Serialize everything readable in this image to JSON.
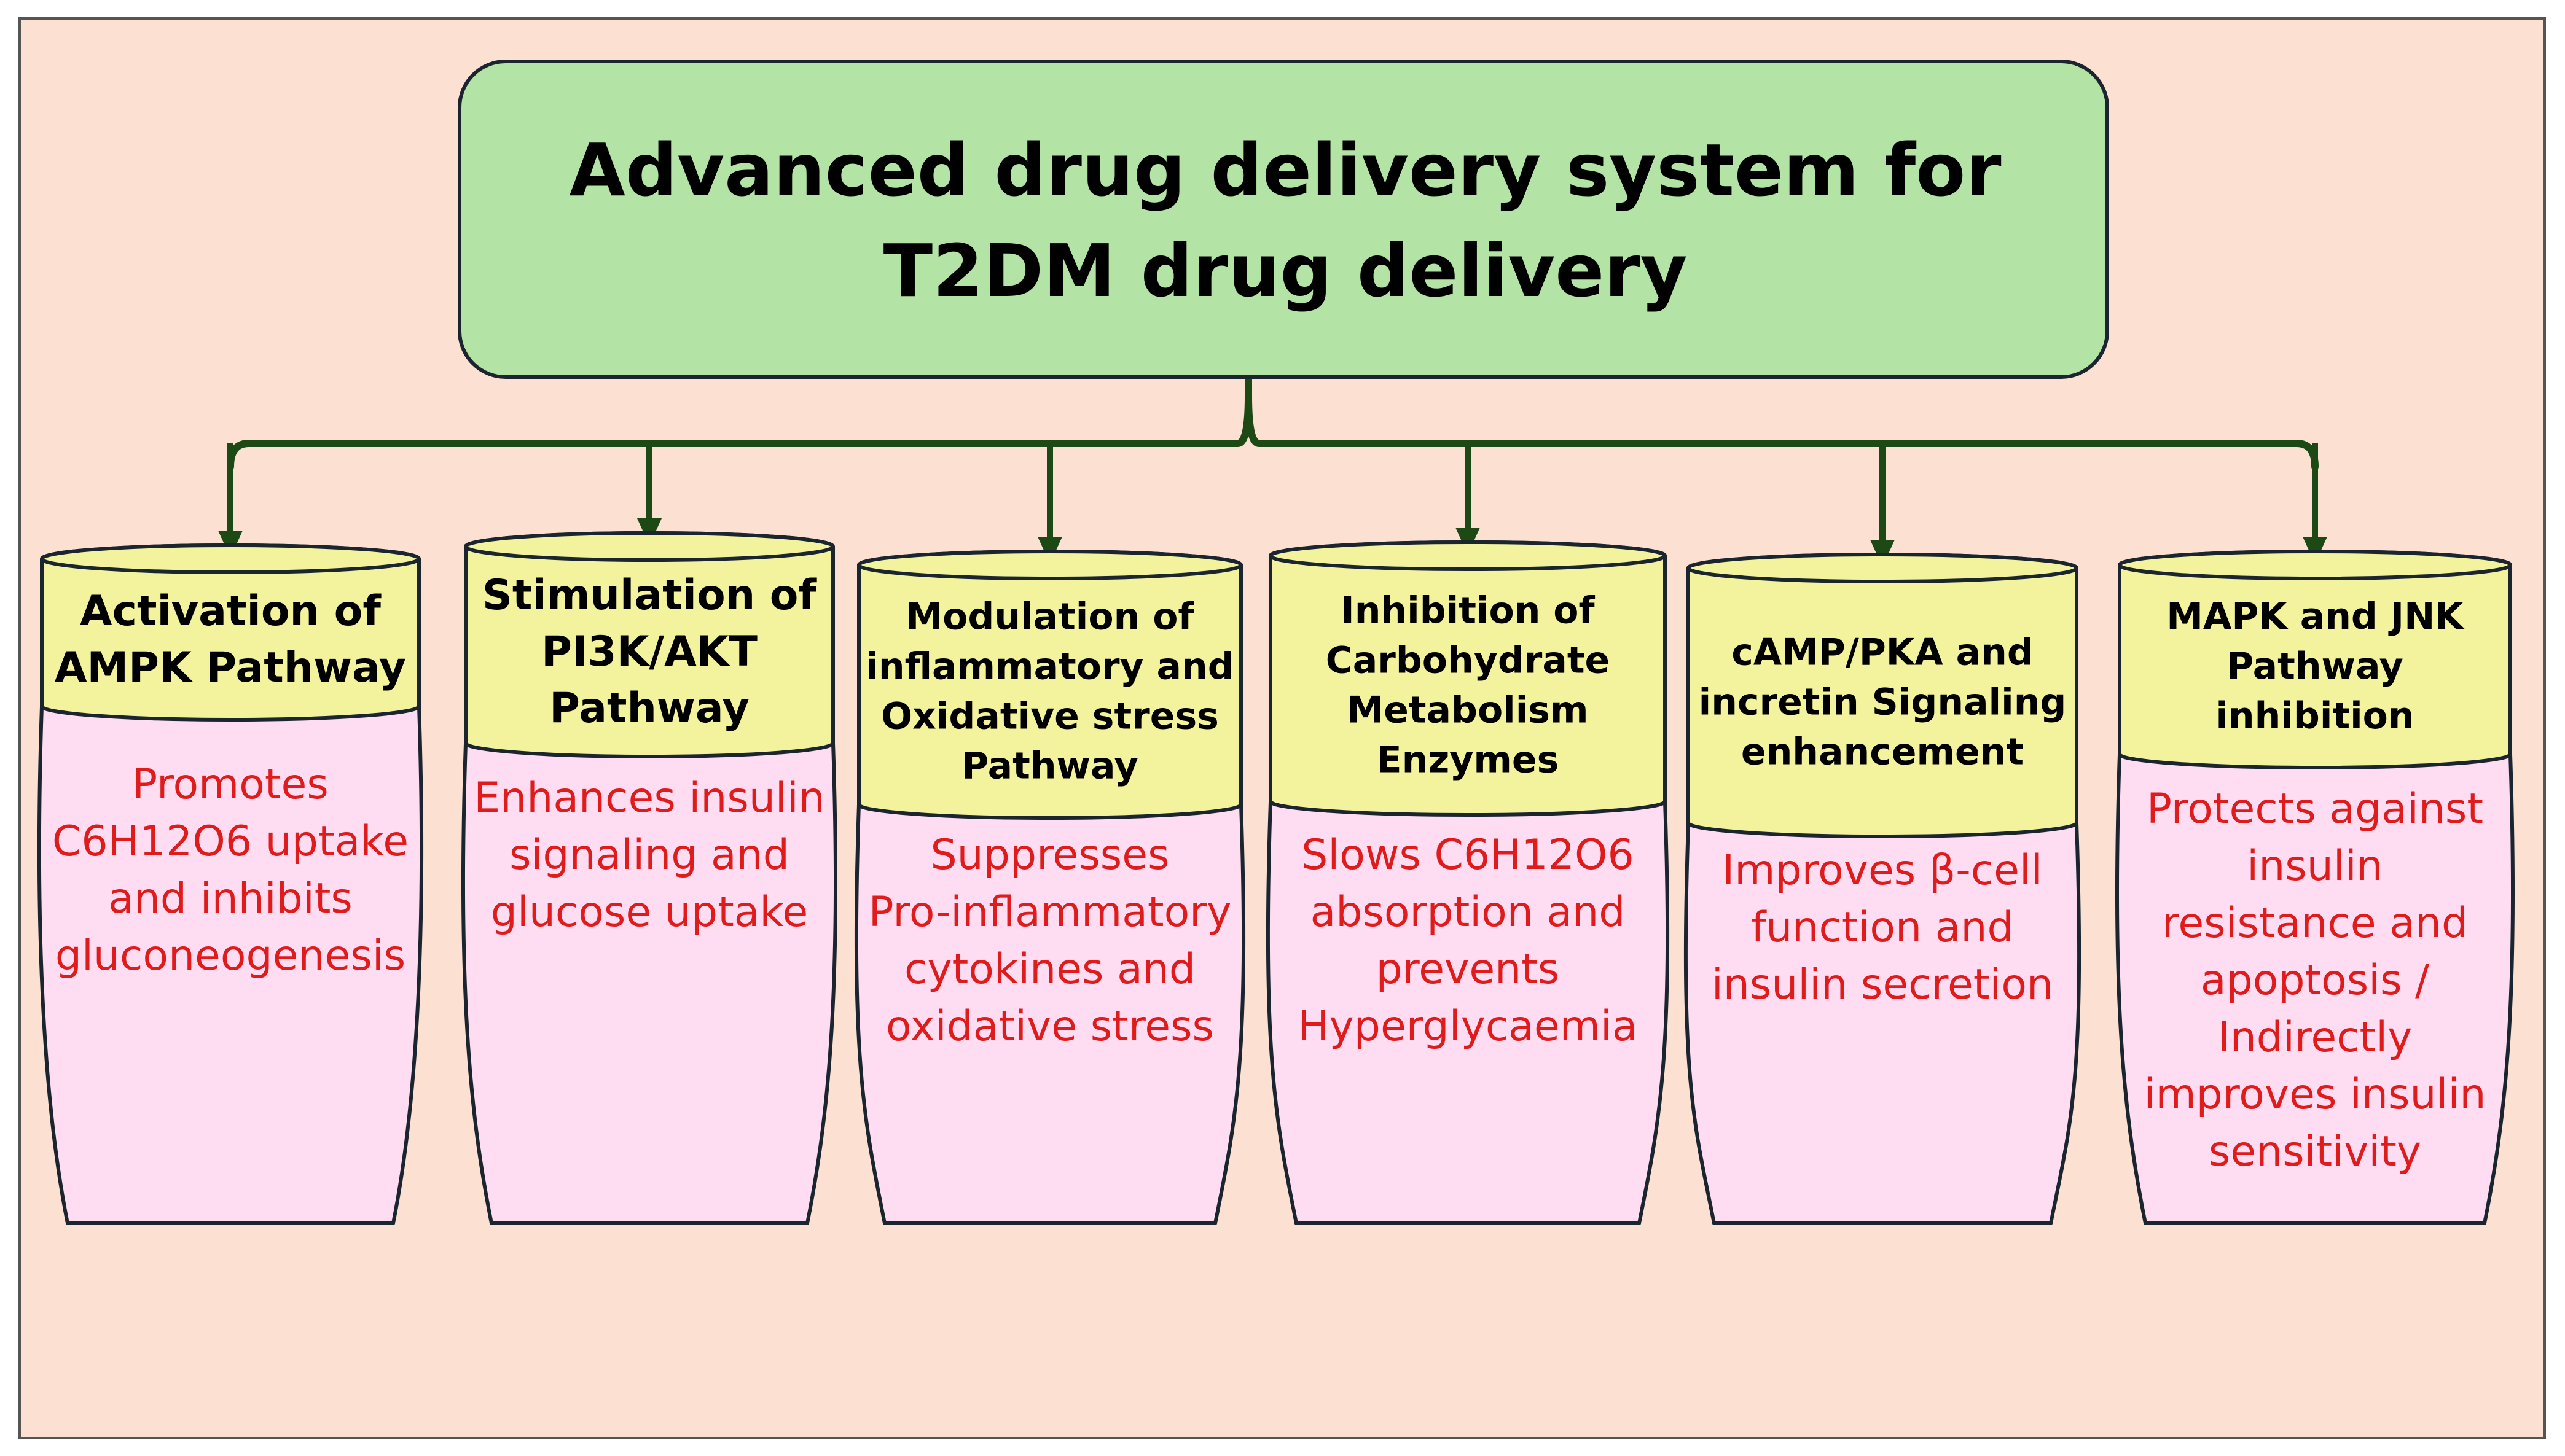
{
  "title": {
    "lines": [
      "Advanced drug delivery system for",
      "T2DM drug delivery"
    ]
  },
  "colors": {
    "background": "#fce1d3",
    "title_fill": "#b4e4a5",
    "header_fill": "#f4f39d",
    "body_fill": "#fedcf2",
    "connector": "#1d4a14",
    "outline": "#1b2530",
    "body_text": "#e01b1b"
  },
  "pathways": [
    {
      "header": [
        "Activation of",
        "AMPK Pathway"
      ],
      "effect": [
        "Promotes",
        "C6H12O6 uptake",
        "and inhibits",
        "gluconeogenesis"
      ]
    },
    {
      "header": [
        "Stimulation of",
        "PI3K/AKT",
        "Pathway"
      ],
      "effect": [
        "Enhances insulin",
        "signaling and",
        "glucose uptake"
      ]
    },
    {
      "header": [
        "Modulation of",
        "inflammatory and",
        "Oxidative stress",
        "Pathway"
      ],
      "effect": [
        "Suppresses",
        "Pro-inflammatory",
        "cytokines and",
        "oxidative stress"
      ]
    },
    {
      "header": [
        "Inhibition of",
        "Carbohydrate",
        "Metabolism",
        "Enzymes"
      ],
      "effect": [
        "Slows C6H12O6",
        "absorption and",
        "prevents",
        "Hyperglycaemia"
      ]
    },
    {
      "header": [
        "cAMP/PKA and",
        "incretin Signaling",
        "enhancement"
      ],
      "effect": [
        "Improves β-cell",
        "function and",
        "insulin secretion"
      ]
    },
    {
      "header": [
        "MAPK and JNK",
        "Pathway",
        "inhibition"
      ],
      "effect": [
        "Protects against",
        "insulin",
        "resistance and",
        "apoptosis /",
        "Indirectly",
        "improves insulin",
        "sensitivity"
      ]
    }
  ]
}
